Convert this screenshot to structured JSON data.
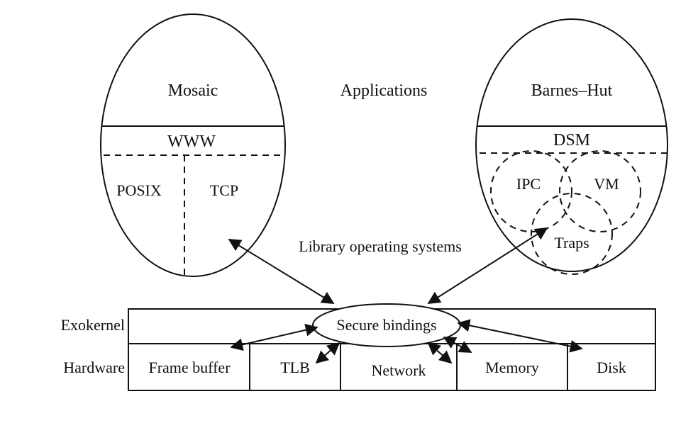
{
  "title": "",
  "left_app": {
    "name": "Mosaic",
    "layer": "WWW",
    "components": [
      "POSIX",
      "TCP"
    ]
  },
  "center_label": "Applications",
  "right_app": {
    "name": "Barnes–Hut",
    "layer": "DSM",
    "components": [
      "IPC",
      "VM",
      "Traps"
    ]
  },
  "library_os_label": "Library operating systems",
  "exokernel": {
    "label": "Exokernel",
    "binding": "Secure bindings"
  },
  "hardware": {
    "label": "Hardware",
    "units": [
      "Frame buffer",
      "TLB",
      "Network",
      "Memory",
      "Disk"
    ]
  }
}
